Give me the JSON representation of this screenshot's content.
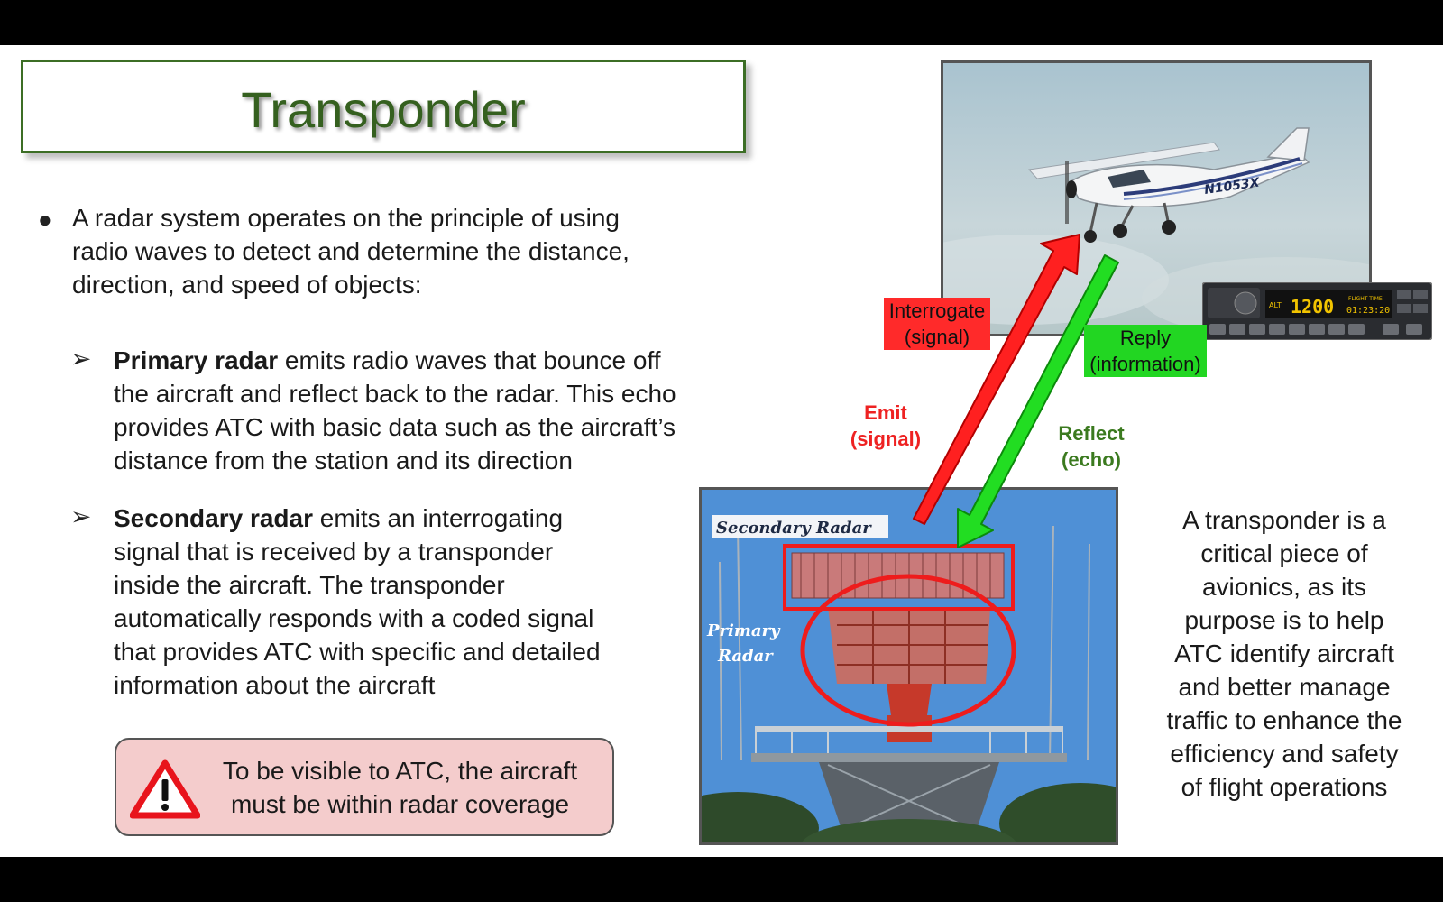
{
  "title": "Transponder",
  "intro": {
    "line1": "A radar system operates on the principle of using",
    "line2": "radio waves to detect and determine the distance,",
    "line3": "direction, and speed of objects:"
  },
  "primary": {
    "term": "Primary radar",
    "line1_rest": " emits radio waves that bounce off",
    "line2": "the aircraft and reflect back to the radar. This echo",
    "line3": "provides ATC with basic data such as the aircraft’s",
    "line4": "distance from the station and its direction"
  },
  "secondary": {
    "term": "Secondary radar",
    "line1_rest": " emits an interrogating",
    "line2": "signal that is received by a transponder",
    "line3": "inside the aircraft. The transponder",
    "line4": "automatically responds with a coded signal",
    "line5": "that provides ATC with specific and detailed",
    "line6": "information about the aircraft"
  },
  "warning": {
    "line1": "To be visible to ATC, the aircraft",
    "line2": "must be within radar coverage",
    "icon": "warning-triangle-icon"
  },
  "labels": {
    "interrogate_line1": "Interrogate",
    "interrogate_line2": "(signal)",
    "reply_line1": "Reply",
    "reply_line2": "(information)",
    "emit_line1": "Emit",
    "emit_line2": "(signal)",
    "reflect_line1": "Reflect",
    "reflect_line2": "(echo)"
  },
  "photo_labels": {
    "secondary_radar": "Secondary Radar",
    "primary_line1": "Primary",
    "primary_line2": "Radar",
    "aircraft_reg": "N1053X"
  },
  "avionics": {
    "alt": "ALT",
    "code": "1200",
    "flight_time_label": "FLIGHT TIME",
    "flight_time": "01:23:20"
  },
  "side_text": {
    "line1": "A transponder is a",
    "line2": "critical piece of",
    "line3": "avionics, as its",
    "line4": "purpose is to help",
    "line5": "ATC identify aircraft",
    "line6": "and better manage",
    "line7": "traffic to enhance the",
    "line8": "efficiency and safety",
    "line9": "of flight operations"
  },
  "colors": {
    "title_green": "#35601f",
    "interrogate_red": "#ff2a2a",
    "reply_green": "#22d622",
    "warning_fill": "#f4cccc",
    "highlight_red": "#ee1c1c"
  }
}
